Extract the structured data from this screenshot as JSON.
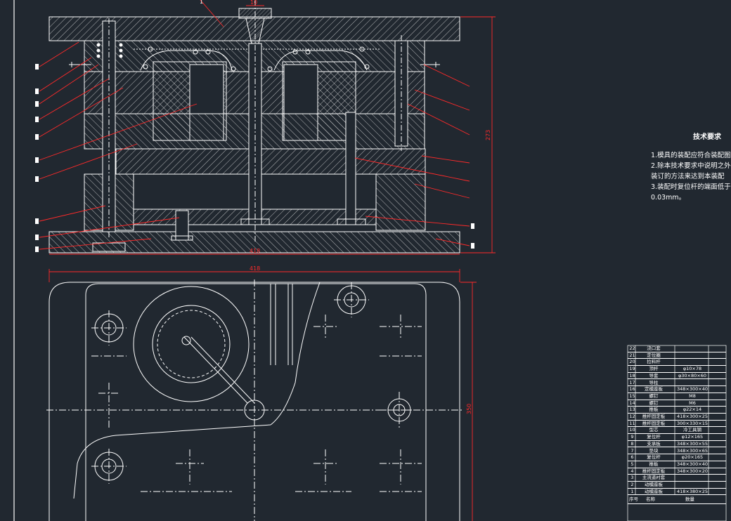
{
  "colors": {
    "background": "#212830",
    "line": "#ffffff",
    "dimension": "#ff2a2a",
    "center_line": "#ffffff"
  },
  "section_view": {
    "top_label": "1",
    "sprue_dim": "10",
    "width_dim": "418",
    "height_dim": "273"
  },
  "plan_view": {
    "width_dim": "418",
    "height_dim": "350"
  },
  "technical_requirements": {
    "title": "技术要求",
    "lines": [
      "1.模具的装配应符合装配图",
      "2.除本技术要求中说明之外",
      "  装订的方法来达到本装配",
      "3.装配时复位杆的端面低于",
      "  0.03mm。"
    ]
  },
  "bom": {
    "rows": [
      {
        "name": "浇口套",
        "spec": ""
      },
      {
        "name": "定位圈",
        "spec": ""
      },
      {
        "name": "拉料杆",
        "spec": ""
      },
      {
        "name": "顶杆",
        "spec": "φ10×78"
      },
      {
        "name": "导套",
        "spec": "φ30×80×60"
      },
      {
        "name": "导柱",
        "spec": ""
      },
      {
        "name": "定模座板",
        "spec": "348×300×40"
      },
      {
        "name": "螺钉",
        "spec": "M8"
      },
      {
        "name": "螺钉",
        "spec": "M6"
      },
      {
        "name": "推板",
        "spec": "φ22×14"
      },
      {
        "name": "推杆固定板",
        "spec": "418×300×25"
      },
      {
        "name": "推杆固定板",
        "spec": "300×330×15"
      },
      {
        "name": "型芯",
        "spec": "冷工具钢"
      },
      {
        "name": "复位杆",
        "spec": "φ12×165"
      },
      {
        "name": "支承板",
        "spec": "348×300×55"
      },
      {
        "name": "垫块",
        "spec": "348×300×65"
      },
      {
        "name": "复位杆",
        "spec": "φ20×165"
      },
      {
        "name": "推板",
        "spec": "348×300×40"
      },
      {
        "name": "推杆固定板",
        "spec": "348×300×20"
      },
      {
        "name": "主流道衬套",
        "spec": ""
      },
      {
        "name": "动模座板",
        "spec": ""
      },
      {
        "name": "动模座板",
        "spec": "418×380×25"
      }
    ],
    "footer": {
      "seq": "序号",
      "name": "名称",
      "qty": "数量"
    }
  }
}
